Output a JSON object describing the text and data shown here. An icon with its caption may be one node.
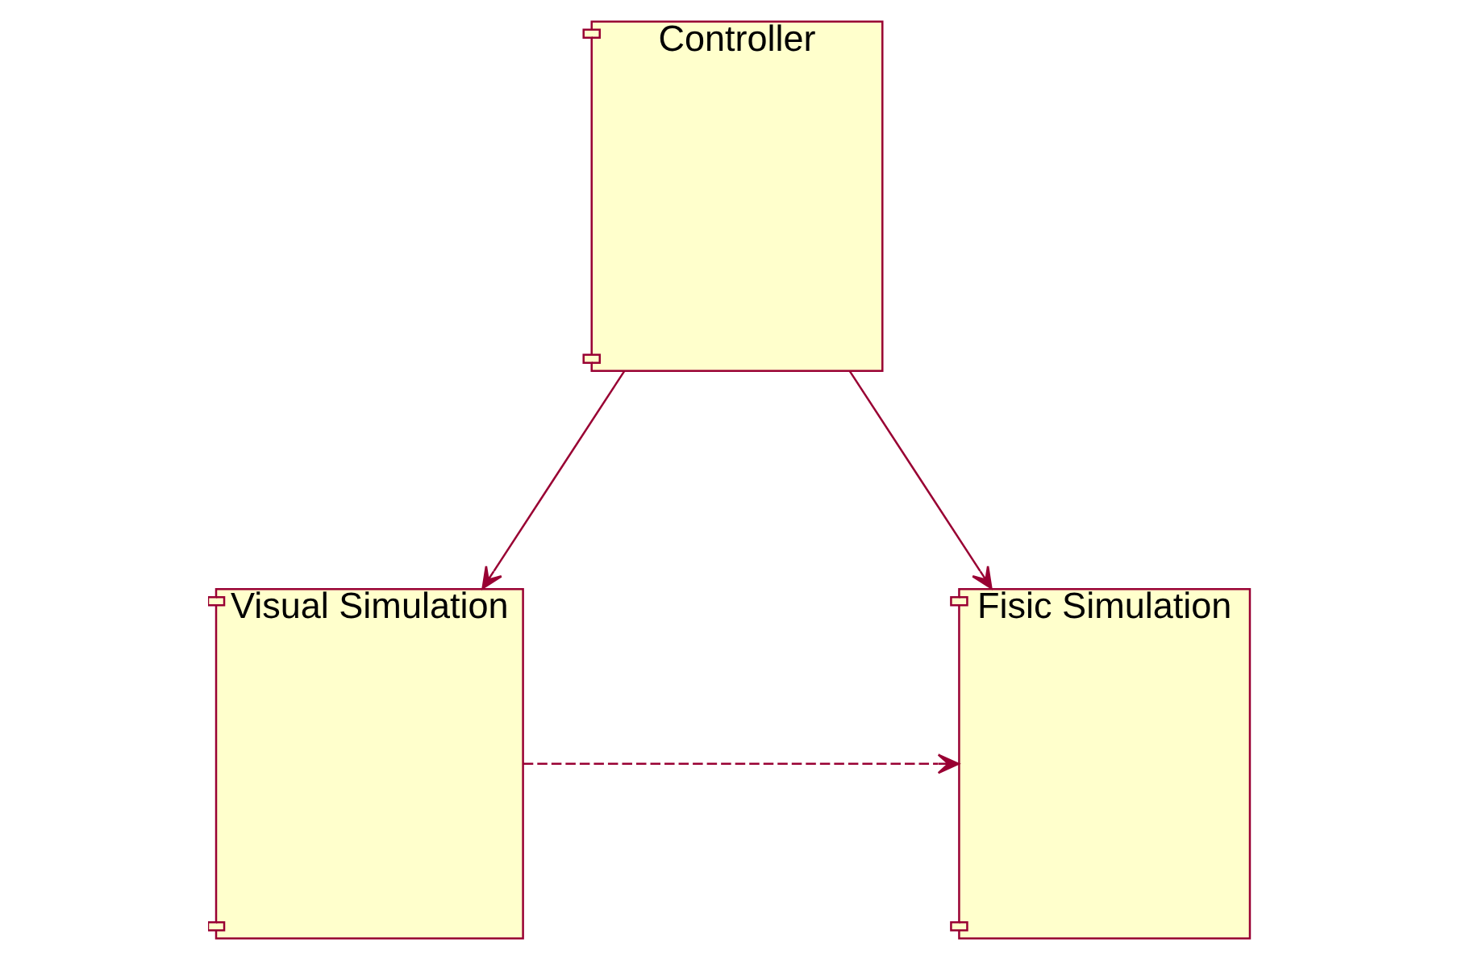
{
  "diagram": {
    "nodes": [
      {
        "text": [
          "Controller"
        ]
      },
      {
        "text": [
          "Visual Simulation"
        ]
      },
      {
        "text": [
          "Fisic Simulation"
        ]
      }
    ],
    "edges": [
      {
        "from": 0,
        "to": 1,
        "arrow": "to"
      },
      {
        "from": 0,
        "to": 2,
        "arrow": "to"
      },
      {
        "from": 1,
        "to": 2,
        "arrow": "to",
        "style": "dashed"
      }
    ]
  }
}
